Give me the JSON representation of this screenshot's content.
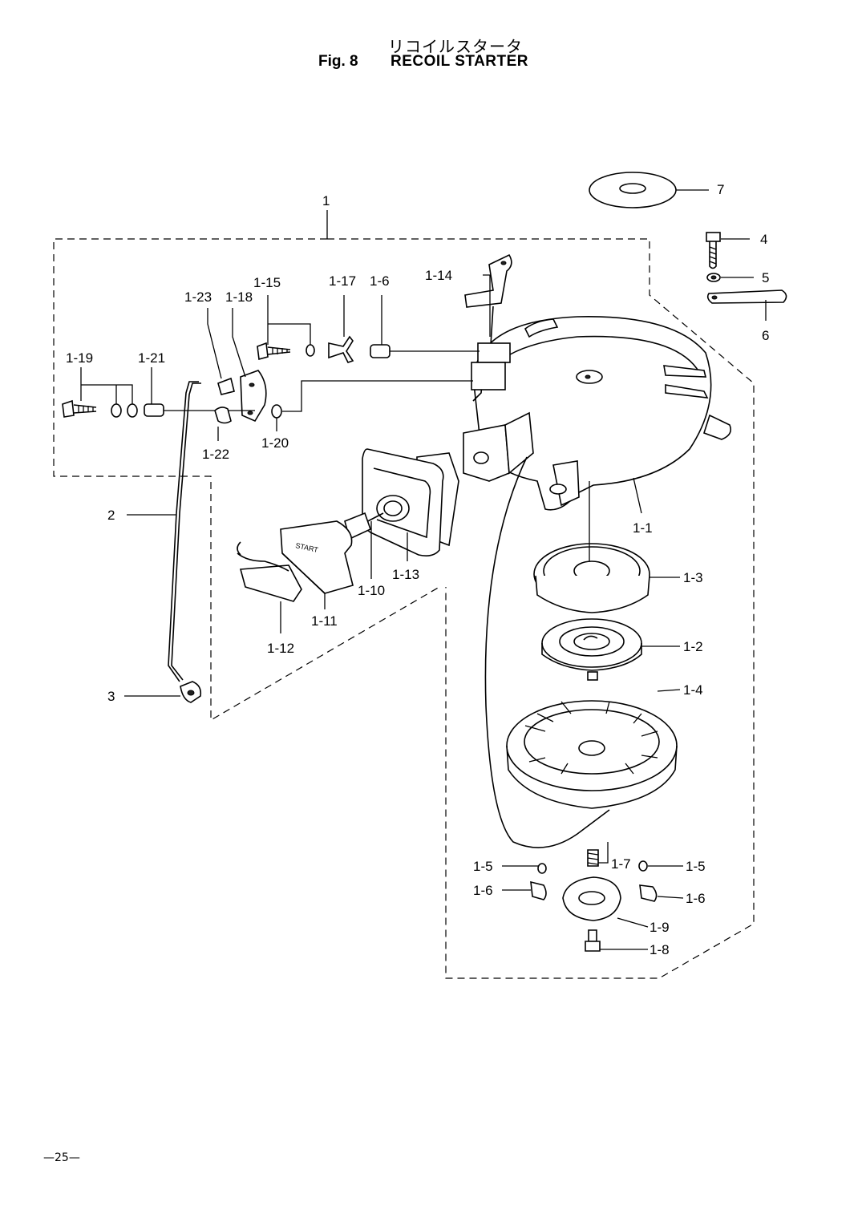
{
  "header": {
    "title_jp": "リコイルスタータ",
    "fig_label": "Fig. 8",
    "fig_title": "RECOIL STARTER"
  },
  "callouts": {
    "c1": "1",
    "c2": "2",
    "c3": "3",
    "c4": "4",
    "c5": "5",
    "c6": "6",
    "c7": "7",
    "c1_1": "1-1",
    "c1_2": "1-2",
    "c1_3": "1-3",
    "c1_4": "1-4",
    "c1_5a": "1-5",
    "c1_5b": "1-5",
    "c1_6a": "1-6",
    "c1_6b": "1-6",
    "c1_6c": "1-6",
    "c1_7": "1-7",
    "c1_8": "1-8",
    "c1_9": "1-9",
    "c1_10": "1-10",
    "c1_11": "1-11",
    "c1_12": "1-12",
    "c1_13": "1-13",
    "c1_14": "1-14",
    "c1_15": "1-15",
    "c1_17": "1-17",
    "c1_18": "1-18",
    "c1_19": "1-19",
    "c1_20": "1-20",
    "c1_21": "1-21",
    "c1_22": "1-22",
    "c1_23": "1-23"
  },
  "footer": {
    "page_number": "—25—"
  }
}
